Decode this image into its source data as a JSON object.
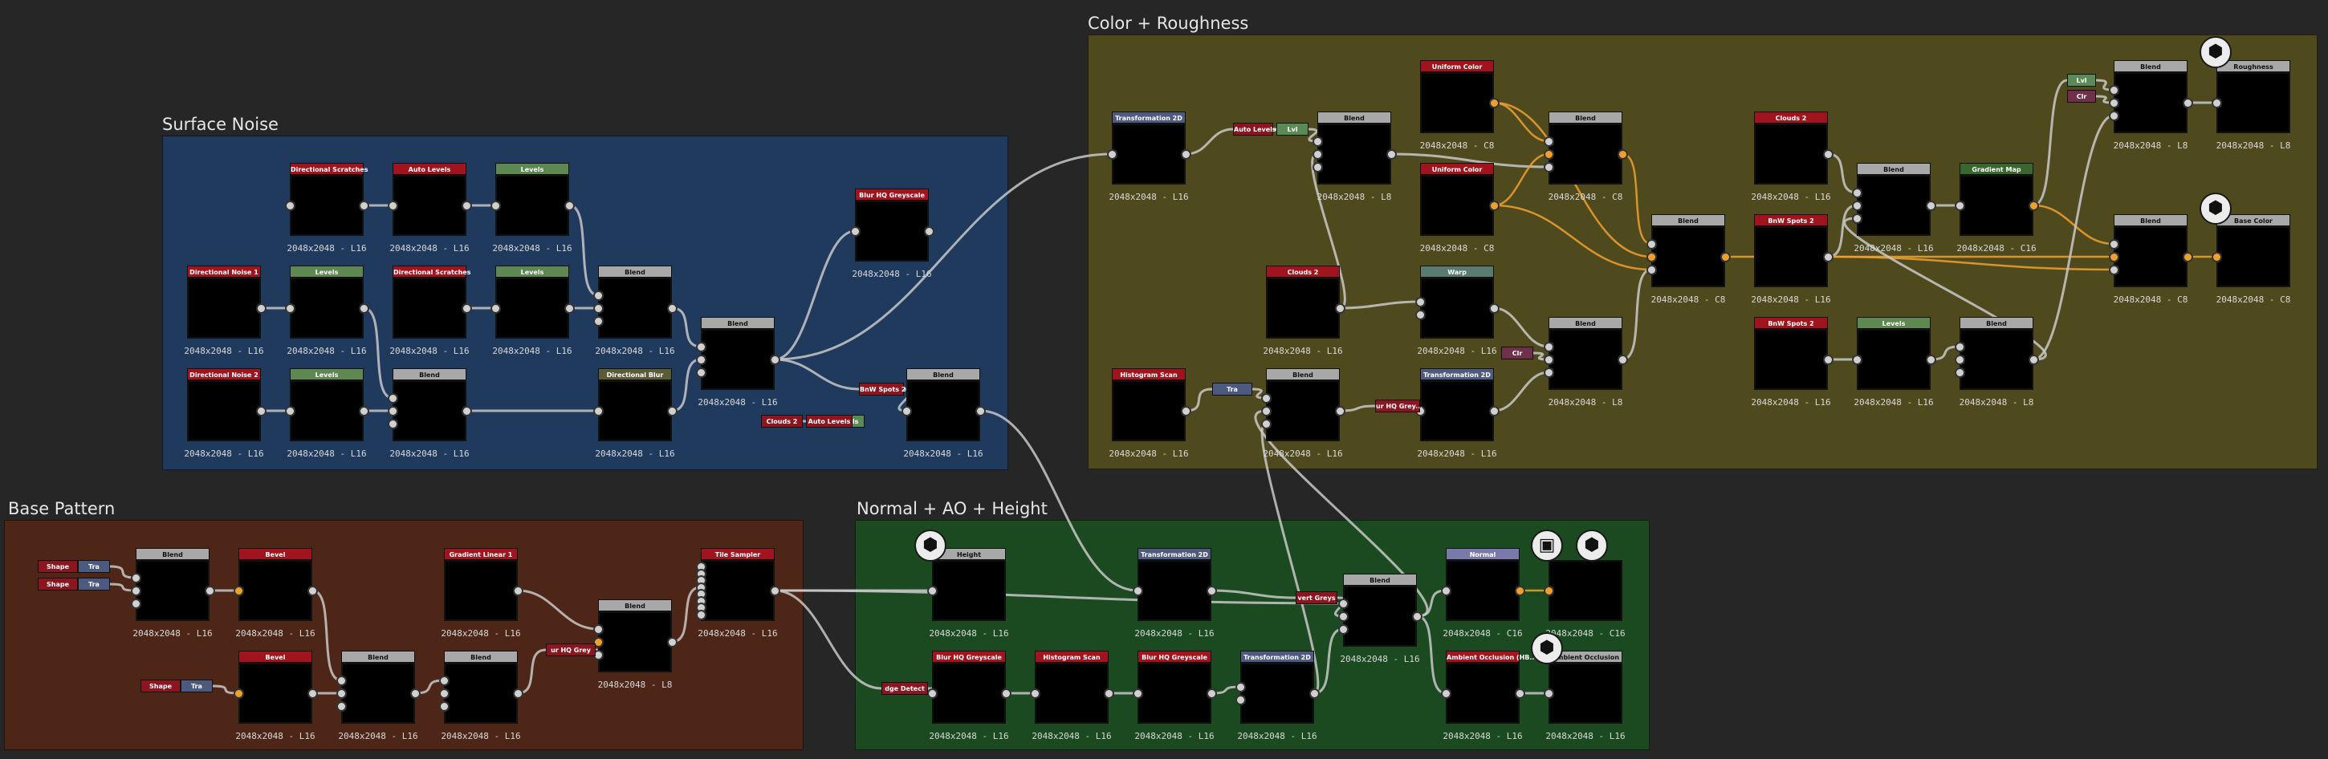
{
  "frames": [
    {
      "id": "surface-noise",
      "title": "Surface Noise",
      "color": "#203a5e"
    },
    {
      "id": "color-roughness",
      "title": "Color + Roughness",
      "color": "#4f4a1e"
    },
    {
      "id": "base-pattern",
      "title": "Base Pattern",
      "color": "#4e2618"
    },
    {
      "id": "normal-ao-height",
      "title": "Normal + AO + Height",
      "color": "#1b4a21"
    }
  ],
  "nodes": [
    {
      "id": "n1",
      "label": "Directional Scratches",
      "hdr": "red",
      "tex": "dark",
      "res": "2048x2048 - L16"
    },
    {
      "id": "n2",
      "label": "Auto Levels",
      "hdr": "red",
      "tex": "dark",
      "res": "2048x2048 - L16"
    },
    {
      "id": "n3",
      "label": "Levels",
      "hdr": "green",
      "tex": "dark",
      "res": "2048x2048 - L16"
    },
    {
      "id": "n4",
      "label": "Directional Noise 1",
      "hdr": "red",
      "tex": "noise",
      "res": "2048x2048 - L16"
    },
    {
      "id": "n5",
      "label": "Levels",
      "hdr": "green",
      "tex": "dark",
      "res": "2048x2048 - L16"
    },
    {
      "id": "n6",
      "label": "Directional Scratches",
      "hdr": "red",
      "tex": "dark",
      "res": "2048x2048 - L16"
    },
    {
      "id": "n7",
      "label": "Levels",
      "hdr": "green",
      "tex": "dark",
      "res": "2048x2048 - L16"
    },
    {
      "id": "n8",
      "label": "Blend",
      "hdr": "grey",
      "tex": "dark",
      "res": "2048x2048 - L16"
    },
    {
      "id": "n9",
      "label": "Directional Noise 2",
      "hdr": "red",
      "tex": "noise",
      "res": "2048x2048 - L16"
    },
    {
      "id": "n10",
      "label": "Levels",
      "hdr": "green",
      "tex": "dark",
      "res": "2048x2048 - L16"
    },
    {
      "id": "n11",
      "label": "Blend",
      "hdr": "grey",
      "tex": "dark",
      "res": "2048x2048 - L16"
    },
    {
      "id": "n12",
      "label": "Directional Blur",
      "hdr": "olive",
      "tex": "dark",
      "res": "2048x2048 - L16"
    },
    {
      "id": "n13",
      "label": "Blend",
      "hdr": "grey",
      "tex": "dark",
      "res": "2048x2048 - L16"
    },
    {
      "id": "n14",
      "label": "Blur HQ Greyscale",
      "hdr": "red",
      "tex": "dark",
      "res": "2048x2048 - L16"
    },
    {
      "id": "n15",
      "label": "Blend",
      "hdr": "grey",
      "tex": "dark",
      "res": "2048x2048 - L16"
    },
    {
      "id": "n16",
      "label": "Transformation 2D",
      "hdr": "blue",
      "tex": "dark",
      "res": "2048x2048 - L16"
    },
    {
      "id": "n17",
      "label": "Blend",
      "hdr": "grey",
      "tex": "black",
      "res": "2048x2048 - L8"
    },
    {
      "id": "n18",
      "label": "Uniform Color",
      "hdr": "red",
      "tex": "brown",
      "res": "2048x2048 - C8"
    },
    {
      "id": "n19",
      "label": "Uniform Color",
      "hdr": "red",
      "tex": "dgreen",
      "res": "2048x2048 - C8"
    },
    {
      "id": "n20",
      "label": "Blend",
      "hdr": "grey",
      "tex": "dgreen",
      "res": "2048x2048 - C8"
    },
    {
      "id": "n21",
      "label": "Blend",
      "hdr": "grey",
      "tex": "dgreen",
      "res": "2048x2048 - C8"
    },
    {
      "id": "n22",
      "label": "Clouds 2",
      "hdr": "red",
      "tex": "cloud",
      "res": "2048x2048 - L16"
    },
    {
      "id": "n23",
      "label": "Blend",
      "hdr": "grey",
      "tex": "grey",
      "res": "2048x2048 - L16"
    },
    {
      "id": "n24",
      "label": "Gradient Map",
      "hdr": "dgreen",
      "tex": "gradmap",
      "res": "2048x2048 - C16"
    },
    {
      "id": "n25",
      "label": "BnW Spots 2",
      "hdr": "red",
      "tex": "noise",
      "res": "2048x2048 - L16"
    },
    {
      "id": "n26",
      "label": "Blend",
      "hdr": "grey",
      "tex": "grey",
      "res": "2048x2048 - L8"
    },
    {
      "id": "n27",
      "label": "Roughness",
      "hdr": "grey",
      "tex": "grey",
      "res": "2048x2048 - L8"
    },
    {
      "id": "n28",
      "label": "Blend",
      "hdr": "grey",
      "tex": "dgreen",
      "res": "2048x2048 - C8"
    },
    {
      "id": "n29",
      "label": "Base Color",
      "hdr": "grey",
      "tex": "dgreen",
      "res": "2048x2048 - C8"
    },
    {
      "id": "n30",
      "label": "BnW Spots 2",
      "hdr": "red",
      "tex": "noise",
      "res": "2048x2048 - L16"
    },
    {
      "id": "n31",
      "label": "Levels",
      "hdr": "green",
      "tex": "dark",
      "res": "2048x2048 - L16"
    },
    {
      "id": "n32",
      "label": "Blend",
      "hdr": "grey",
      "tex": "dark",
      "res": "2048x2048 - L8"
    },
    {
      "id": "n33",
      "label": "Clouds 2",
      "hdr": "red",
      "tex": "cloud",
      "res": "2048x2048 - L16"
    },
    {
      "id": "n34",
      "label": "Warp",
      "hdr": "teal",
      "tex": "diamond",
      "res": "2048x2048 - L16"
    },
    {
      "id": "n35",
      "label": "Blend",
      "hdr": "grey",
      "tex": "whitehex",
      "res": "2048x2048 - L8"
    },
    {
      "id": "n36",
      "label": "Histogram Scan",
      "hdr": "red",
      "tex": "diamond",
      "res": "2048x2048 - L16"
    },
    {
      "id": "n37",
      "label": "Blend",
      "hdr": "grey",
      "tex": "diamond",
      "res": "2048x2048 - L16"
    },
    {
      "id": "n38",
      "label": "Transformation 2D",
      "hdr": "blue",
      "tex": "diamond",
      "res": "2048x2048 - L16"
    },
    {
      "id": "n39",
      "label": "Blend",
      "hdr": "grey",
      "tex": "arch",
      "res": "2048x2048 - L16"
    },
    {
      "id": "n40",
      "label": "Bevel",
      "hdr": "red",
      "tex": "arch",
      "res": "2048x2048 - L16"
    },
    {
      "id": "n41",
      "label": "Gradient Linear 1",
      "hdr": "red",
      "tex": "grad",
      "res": "2048x2048 - L16"
    },
    {
      "id": "n42",
      "label": "Blend",
      "hdr": "grey",
      "tex": "archgrad",
      "res": "2048x2048 - L8"
    },
    {
      "id": "n43",
      "label": "Tile Sampler",
      "hdr": "red",
      "tex": "red",
      "res": "2048x2048 - L16"
    },
    {
      "id": "n44",
      "label": "Bevel",
      "hdr": "red",
      "tex": "arch2",
      "res": "2048x2048 - L16"
    },
    {
      "id": "n45",
      "label": "Blend",
      "hdr": "grey",
      "tex": "arch",
      "res": "2048x2048 - L16"
    },
    {
      "id": "n46",
      "label": "Blend",
      "hdr": "grey",
      "tex": "arch",
      "res": "2048x2048 - L16"
    },
    {
      "id": "n47",
      "label": "Height",
      "hdr": "grey",
      "tex": "hexdark",
      "res": "2048x2048 - L16"
    },
    {
      "id": "n48",
      "label": "Transformation 2D",
      "hdr": "blue",
      "tex": "dark",
      "res": "2048x2048 - L16"
    },
    {
      "id": "n49",
      "label": "Blend",
      "hdr": "grey",
      "tex": "hexdark",
      "res": "2048x2048 - L16"
    },
    {
      "id": "n50",
      "label": "Normal",
      "hdr": "purple",
      "tex": "normal",
      "res": "2048x2048 - C16"
    },
    {
      "id": "n51",
      "label": "",
      "hdr": "none",
      "tex": "normal",
      "res": "2048x2048 - C16"
    },
    {
      "id": "n52",
      "label": "Blur HQ Greyscale",
      "hdr": "red",
      "tex": "diamond",
      "res": "2048x2048 - L16"
    },
    {
      "id": "n53",
      "label": "Histogram Scan",
      "hdr": "red",
      "tex": "diamond",
      "res": "2048x2048 - L16"
    },
    {
      "id": "n54",
      "label": "Blur HQ Greyscale",
      "hdr": "red",
      "tex": "diamond",
      "res": "2048x2048 - L16"
    },
    {
      "id": "n55",
      "label": "Transformation 2D",
      "hdr": "blue",
      "tex": "diamond",
      "res": "2048x2048 - L16"
    },
    {
      "id": "n56",
      "label": "Ambient Occlusion (HB...",
      "hdr": "red",
      "tex": "ao",
      "res": "2048x2048 - L16"
    },
    {
      "id": "n57",
      "label": "Ambient Occlusion",
      "hdr": "grey",
      "tex": "ao",
      "res": "2048x2048 - L16"
    }
  ],
  "chips": [
    {
      "id": "c1",
      "label": "Levels",
      "color": "green"
    },
    {
      "id": "c2",
      "label": "Auto Levels",
      "color": "red"
    },
    {
      "id": "c3",
      "label": "Clouds 2",
      "color": "red"
    },
    {
      "id": "c4",
      "label": "Auto Levels",
      "color": "red"
    },
    {
      "id": "c5",
      "label": "Lvl",
      "color": "green"
    },
    {
      "id": "c6",
      "label": "BnW Spots 2",
      "color": "red"
    },
    {
      "id": "c7",
      "label": "Lvl",
      "color": "green"
    },
    {
      "id": "c8",
      "label": "Clr",
      "color": "maroon"
    },
    {
      "id": "c9",
      "label": "Clr",
      "color": "maroon"
    },
    {
      "id": "c10",
      "label": "Tra",
      "color": "blue"
    },
    {
      "id": "c11",
      "label": "ur HQ Grey...",
      "color": "red"
    },
    {
      "id": "c12",
      "label": "Shape",
      "color": "red"
    },
    {
      "id": "c13",
      "label": "Tra",
      "color": "blue"
    },
    {
      "id": "c14",
      "label": "Shape",
      "color": "red"
    },
    {
      "id": "c15",
      "label": "Tra",
      "color": "blue"
    },
    {
      "id": "c16",
      "label": "Shape",
      "color": "red"
    },
    {
      "id": "c17",
      "label": "Tra",
      "color": "blue"
    },
    {
      "id": "c18",
      "label": "ur HQ Grey",
      "color": "red"
    },
    {
      "id": "c19",
      "label": "dge Detect",
      "color": "red"
    },
    {
      "id": "c20",
      "label": "vert Greys",
      "color": "red"
    }
  ],
  "outputs": [
    {
      "id": "o1",
      "icon": "output-cube-icon"
    },
    {
      "id": "o2",
      "icon": "output-cube-icon"
    },
    {
      "id": "o3",
      "icon": "output-cube-icon"
    },
    {
      "id": "o4",
      "icon": "checker-icon"
    },
    {
      "id": "o5",
      "icon": "output-cube-icon"
    },
    {
      "id": "o6",
      "icon": "output-cube-icon"
    }
  ]
}
